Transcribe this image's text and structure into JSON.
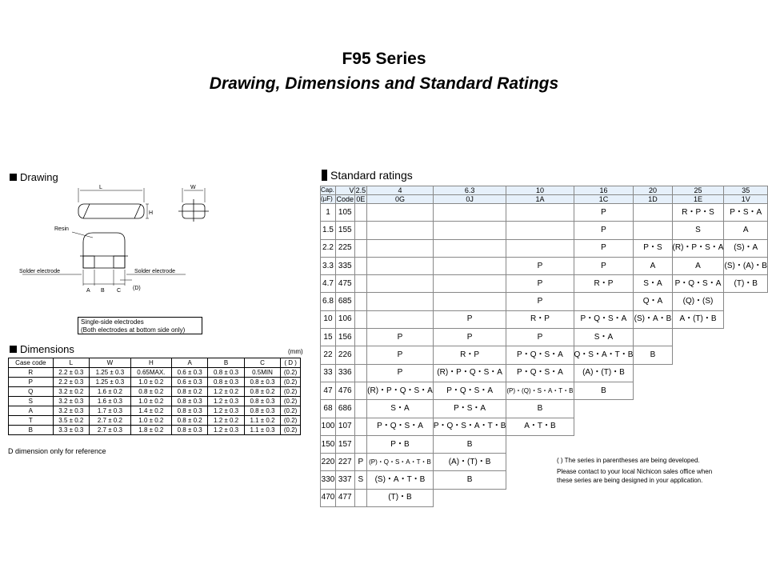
{
  "title_line1": "F95 Series",
  "title_line2": "Drawing, Dimensions and Standard Ratings",
  "drawing": {
    "heading": "Drawing",
    "labels": {
      "L": "L",
      "W": "W",
      "H": "H",
      "resin": "Resin",
      "solder_left": "Solder electrode",
      "solder_right": "Solder electrode",
      "A": "A",
      "B": "B",
      "C": "C",
      "D": "(D)"
    },
    "note_line1": "Single-side electrodes",
    "note_line2": "(Both electrodes at bottom side only)"
  },
  "dimensions": {
    "heading": "Dimensions",
    "unit": "(mm)",
    "headers": [
      "Case code",
      "L",
      "W",
      "H",
      "A",
      "B",
      "C",
      "( D )"
    ],
    "rows": [
      [
        "R",
        "2.2 ± 0.3",
        "1.25 ± 0.3",
        "0.65MAX.",
        "0.6 ± 0.3",
        "0.8 ± 0.3",
        "0.5MIN",
        "(0.2)"
      ],
      [
        "P",
        "2.2 ± 0.3",
        "1.25 ± 0.3",
        "1.0 ± 0.2",
        "0.6 ± 0.3",
        "0.8 ± 0.3",
        "0.8 ± 0.3",
        "(0.2)"
      ],
      [
        "Q",
        "3.2 ± 0.2",
        "1.6 ± 0.2",
        "0.8 ± 0.2",
        "0.8 ± 0.2",
        "1.2 ± 0.2",
        "0.8 ± 0.2",
        "(0.2)"
      ],
      [
        "S",
        "3.2 ± 0.3",
        "1.6 ± 0.3",
        "1.0 ± 0.2",
        "0.8 ± 0.3",
        "1.2 ± 0.3",
        "0.8 ± 0.3",
        "(0.2)"
      ],
      [
        "A",
        "3.2 ± 0.3",
        "1.7 ± 0.3",
        "1.4 ± 0.2",
        "0.8 ± 0.3",
        "1.2 ± 0.3",
        "0.8 ± 0.3",
        "(0.2)"
      ],
      [
        "T",
        "3.5 ± 0.2",
        "2.7 ± 0.2",
        "1.0 ± 0.2",
        "0.8 ± 0.2",
        "1.2 ± 0.2",
        "1.1 ± 0.2",
        "(0.2)"
      ],
      [
        "B",
        "3.3 ± 0.3",
        "2.7 ± 0.3",
        "1.8 ± 0.2",
        "0.8 ± 0.3",
        "1.2 ± 0.3",
        "1.1 ± 0.3",
        "(0.2)"
      ]
    ],
    "note": "D dimension only for reference"
  },
  "ratings": {
    "heading": "Standard ratings",
    "cap_label": "Cap.",
    "cap_unit": "(µF)",
    "v_label": "V",
    "code_label": "Code",
    "voltages": [
      "2.5",
      "4",
      "6.3",
      "10",
      "16",
      "20",
      "25",
      "35"
    ],
    "voltage_codes": [
      "0E",
      "0G",
      "0J",
      "1A",
      "1C",
      "1D",
      "1E",
      "1V"
    ],
    "rows": [
      {
        "cap": "1",
        "code": "105",
        "cells": [
          "",
          "",
          "",
          "",
          "P",
          "",
          "R・P・S",
          "P・S・A"
        ],
        "span": 8
      },
      {
        "cap": "1.5",
        "code": "155",
        "cells": [
          "",
          "",
          "",
          "",
          "P",
          "",
          "S",
          "A"
        ],
        "span": 8
      },
      {
        "cap": "2.2",
        "code": "225",
        "cells": [
          "",
          "",
          "",
          "",
          "P",
          "P・S",
          "(R)・P・S・A",
          "(S)・A"
        ],
        "span": 8
      },
      {
        "cap": "3.3",
        "code": "335",
        "cells": [
          "",
          "",
          "",
          "P",
          "P",
          "A",
          "A",
          "(S)・(A)・B"
        ],
        "span": 8
      },
      {
        "cap": "4.7",
        "code": "475",
        "cells": [
          "",
          "",
          "",
          "P",
          "R・P",
          "S・A",
          "P・Q・S・A",
          "(T)・B"
        ],
        "span": 8
      },
      {
        "cap": "6.8",
        "code": "685",
        "cells": [
          "",
          "",
          "",
          "P",
          "",
          "Q・A",
          "(Q)・(S)"
        ],
        "span": 7
      },
      {
        "cap": "10",
        "code": "106",
        "cells": [
          "",
          "",
          "P",
          "R・P",
          "P・Q・S・A",
          "(S)・A・B",
          "A・(T)・B"
        ],
        "span": 7
      },
      {
        "cap": "15",
        "code": "156",
        "cells": [
          "",
          "P",
          "P",
          "P",
          "S・A",
          ""
        ],
        "span": 6
      },
      {
        "cap": "22",
        "code": "226",
        "cells": [
          "",
          "P",
          "R・P",
          "P・Q・S・A",
          "Q・S・A・T・B",
          "B"
        ],
        "span": 6
      },
      {
        "cap": "33",
        "code": "336",
        "cells": [
          "",
          "P",
          "(R)・P・Q・S・A",
          "P・Q・S・A",
          "(A)・(T)・B"
        ],
        "span": 5
      },
      {
        "cap": "47",
        "code": "476",
        "cells": [
          "",
          "(R)・P・Q・S・A",
          "P・Q・S・A",
          "(P)・(Q)・S・A・T・B",
          "B"
        ],
        "span": 5
      },
      {
        "cap": "68",
        "code": "686",
        "cells": [
          "",
          "S・A",
          "P・S・A",
          "B"
        ],
        "span": 4
      },
      {
        "cap": "100",
        "code": "107",
        "cells": [
          "",
          "P・Q・S・A",
          "P・Q・S・A・T・B",
          "A・T・B"
        ],
        "span": 4
      },
      {
        "cap": "150",
        "code": "157",
        "cells": [
          "",
          "P・B",
          "B"
        ],
        "span": 3
      },
      {
        "cap": "220",
        "code": "227",
        "cells": [
          "P",
          "(P)・Q・S・A・T・B",
          "(A)・(T)・B"
        ],
        "span": 3
      },
      {
        "cap": "330",
        "code": "337",
        "cells": [
          "S",
          "(S)・A・T・B",
          "B"
        ],
        "span": 3
      },
      {
        "cap": "470",
        "code": "477",
        "cells": [
          "",
          "(T)・B"
        ],
        "span": 2
      }
    ],
    "note1": "( ) The series in parentheses are being developed.",
    "note2": "Please contact to your local Nichicon sales office when these series are being designed in your application."
  }
}
